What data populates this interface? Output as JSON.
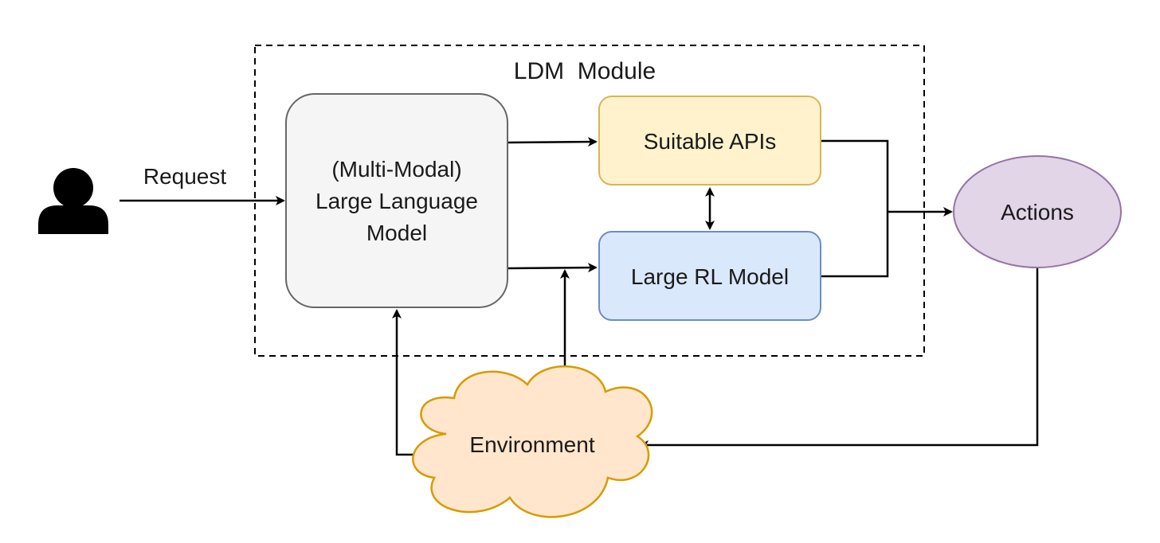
{
  "module": {
    "title": "LDM  Module"
  },
  "user": {
    "icon": "user-icon",
    "request_label": "Request"
  },
  "llm": {
    "line1": "(Multi-Modal)",
    "line2": "Large Language",
    "line3": "Model",
    "fill": "#f5f5f5",
    "stroke": "#666666"
  },
  "apis": {
    "label": "Suitable APIs",
    "fill": "#fff2cc",
    "stroke": "#d6b656"
  },
  "rl": {
    "label": "Large RL Model",
    "fill": "#dae8fc",
    "stroke": "#6c8ebf"
  },
  "actions": {
    "label": "Actions",
    "fill": "#e1d5e7",
    "stroke": "#9673a6"
  },
  "environment": {
    "label": "Environment",
    "fill": "#ffe6cc",
    "stroke": "#d79b00"
  }
}
